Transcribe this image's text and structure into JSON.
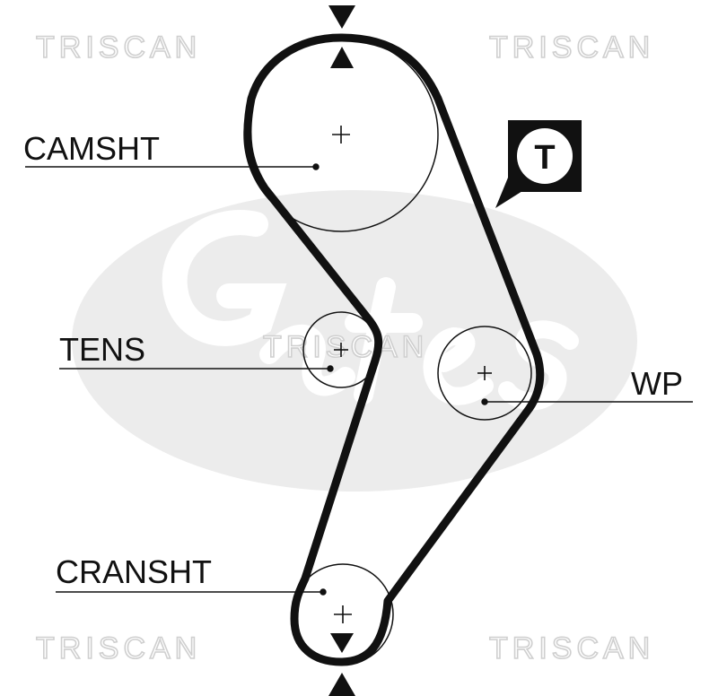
{
  "diagram": {
    "labels": {
      "camshaft": "CAMSHT",
      "tensioner": "TENS",
      "water_pump": "WP",
      "crankshaft": "CRANSHT"
    },
    "badge_letter": "T",
    "watermarks": [
      "TRISCAN",
      "TRISCAN",
      "TRISCAN",
      "TRISCAN",
      "TRISCAN"
    ],
    "background_logo": "Gates",
    "colors": {
      "ink": "#111111",
      "watermark_outline": "#cfcfcf",
      "logo_gray": "#e6e6e6"
    }
  }
}
